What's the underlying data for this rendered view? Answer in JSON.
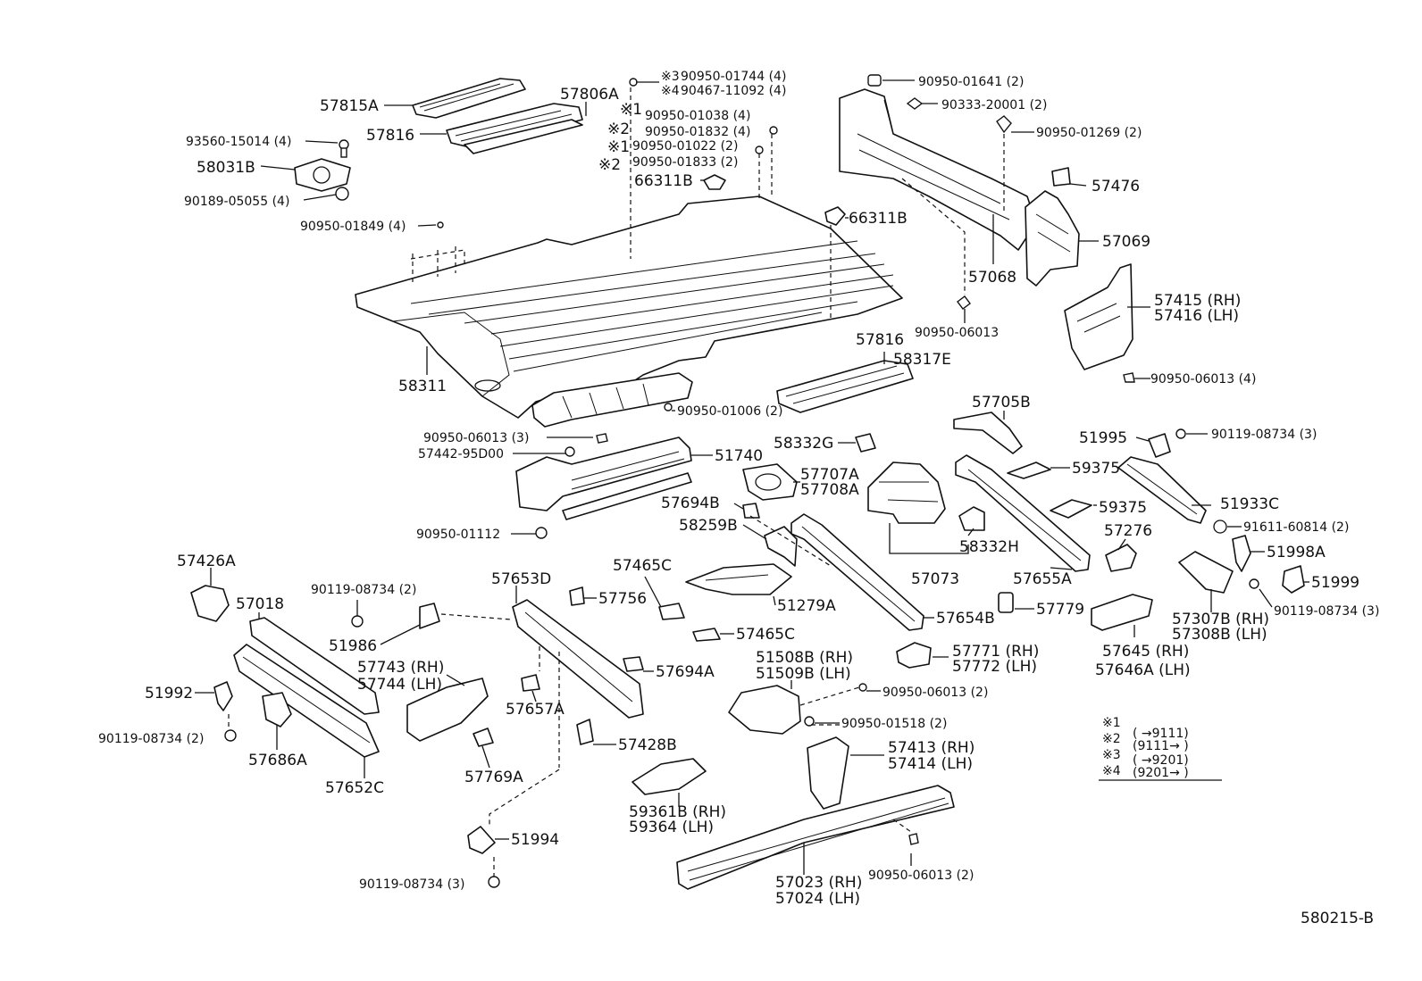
{
  "diagram": {
    "code": "580215-B",
    "parts": [
      {
        "id": "57815A",
        "label": "57815A"
      },
      {
        "id": "57806A",
        "label": "57806A"
      },
      {
        "id": "57816_top",
        "label": "57816"
      },
      {
        "id": "93560-15014",
        "label": "93560-15014 (4)"
      },
      {
        "id": "58031B",
        "label": "58031B"
      },
      {
        "id": "90189-05055",
        "label": "90189-05055 (4)"
      },
      {
        "id": "90950-01849",
        "label": "90950-01849 (4)"
      },
      {
        "id": "58311",
        "label": "58311"
      },
      {
        "id": "66311B_a",
        "label": "66311B"
      },
      {
        "id": "66311B_b",
        "label": "66311B"
      },
      {
        "id": "90950-01641",
        "label": "90950-01641 (2)"
      },
      {
        "id": "90333-20001",
        "label": "90333-20001 (2)"
      },
      {
        "id": "90950-01269",
        "label": "90950-01269 (2)"
      },
      {
        "id": "57476",
        "label": "57476"
      },
      {
        "id": "57069",
        "label": "57069"
      },
      {
        "id": "57068",
        "label": "57068"
      },
      {
        "id": "90950-06013_a",
        "label": "90950-06013"
      },
      {
        "id": "57415",
        "label": "57415 (RH)"
      },
      {
        "id": "57416",
        "label": "57416 (LH)"
      },
      {
        "id": "90950-06013_b",
        "label": "90950-06013 (4)"
      },
      {
        "id": "57816_mid",
        "label": "57816"
      },
      {
        "id": "58317E",
        "label": "58317E"
      },
      {
        "id": "90950-01006",
        "label": "90950-01006 (2)"
      },
      {
        "id": "90950-06013_c",
        "label": "90950-06013 (3)"
      },
      {
        "id": "57442-95D00",
        "label": "57442-95D00"
      },
      {
        "id": "51740",
        "label": "51740"
      },
      {
        "id": "90950-01112",
        "label": "90950-01112"
      },
      {
        "id": "58332G",
        "label": "58332G"
      },
      {
        "id": "57705B",
        "label": "57705B"
      },
      {
        "id": "51995",
        "label": "51995"
      },
      {
        "id": "90119-08734_a",
        "label": "90119-08734 (3)"
      },
      {
        "id": "57707A",
        "label": "57707A"
      },
      {
        "id": "57708A",
        "label": "57708A"
      },
      {
        "id": "59375_a",
        "label": "59375"
      },
      {
        "id": "59375_b",
        "label": "59375"
      },
      {
        "id": "51933C",
        "label": "51933C"
      },
      {
        "id": "57694B",
        "label": "57694B"
      },
      {
        "id": "58259B",
        "label": "58259B"
      },
      {
        "id": "91611-60814",
        "label": "91611-60814 (2)"
      },
      {
        "id": "57276",
        "label": "57276"
      },
      {
        "id": "51998A",
        "label": "51998A"
      },
      {
        "id": "58332H",
        "label": "58332H"
      },
      {
        "id": "57073",
        "label": "57073"
      },
      {
        "id": "57655A",
        "label": "57655A"
      },
      {
        "id": "51999",
        "label": "51999"
      },
      {
        "id": "90119-08734_b",
        "label": "90119-08734 (3)"
      },
      {
        "id": "57426A",
        "label": "57426A"
      },
      {
        "id": "57653D",
        "label": "57653D"
      },
      {
        "id": "57465C_a",
        "label": "57465C"
      },
      {
        "id": "57018",
        "label": "57018"
      },
      {
        "id": "90119-08734_c",
        "label": "90119-08734 (2)"
      },
      {
        "id": "57756",
        "label": "57756"
      },
      {
        "id": "51279A",
        "label": "51279A"
      },
      {
        "id": "57654B",
        "label": "57654B"
      },
      {
        "id": "57779",
        "label": "57779"
      },
      {
        "id": "57307B",
        "label": "57307B (RH)"
      },
      {
        "id": "57308B",
        "label": "57308B (LH)"
      },
      {
        "id": "51986",
        "label": "51986"
      },
      {
        "id": "57465C_b",
        "label": "57465C"
      },
      {
        "id": "57771",
        "label": "57771 (RH)"
      },
      {
        "id": "57772",
        "label": "57772 (LH)"
      },
      {
        "id": "57645",
        "label": "57645  (RH)"
      },
      {
        "id": "57646A",
        "label": "57646A (LH)"
      },
      {
        "id": "57743",
        "label": "57743 (RH)"
      },
      {
        "id": "57744",
        "label": "57744 (LH)"
      },
      {
        "id": "51508B",
        "label": "51508B (RH)"
      },
      {
        "id": "51509B",
        "label": "51509B (LH)"
      },
      {
        "id": "57694A",
        "label": "57694A"
      },
      {
        "id": "51992",
        "label": "51992"
      },
      {
        "id": "90950-06013_d",
        "label": "90950-06013 (2)"
      },
      {
        "id": "57657A",
        "label": "57657A"
      },
      {
        "id": "90950-01518",
        "label": "90950-01518 (2)"
      },
      {
        "id": "90119-08734_d",
        "label": "90119-08734 (2)"
      },
      {
        "id": "57686A",
        "label": "57686A"
      },
      {
        "id": "57652C",
        "label": "57652C"
      },
      {
        "id": "57428B",
        "label": "57428B"
      },
      {
        "id": "57413",
        "label": "57413 (RH)"
      },
      {
        "id": "57414",
        "label": "57414 (LH)"
      },
      {
        "id": "57769A",
        "label": "57769A"
      },
      {
        "id": "59361B",
        "label": "59361B (RH)"
      },
      {
        "id": "59364",
        "label": "59364  (LH)"
      },
      {
        "id": "51994",
        "label": "51994"
      },
      {
        "id": "90119-08734_e",
        "label": "90119-08734 (3)"
      },
      {
        "id": "57023",
        "label": "57023 (RH)"
      },
      {
        "id": "57024",
        "label": "57024 (LH)"
      },
      {
        "id": "90950-06013_e",
        "label": "90950-06013 (2)"
      }
    ],
    "note_parts": [
      {
        "mark": "※3",
        "label": "90950-01744 (4)"
      },
      {
        "mark": "※4",
        "label": "90467-11092 (4)"
      },
      {
        "mark": "※1",
        "label": "90950-01038 (4)"
      },
      {
        "mark": "※2",
        "label": "90950-01832 (4)"
      },
      {
        "mark": "※1",
        "label": "90950-01022 (2)"
      },
      {
        "mark": "※2",
        "label": "90950-01833 (2)"
      }
    ],
    "legend": [
      {
        "mark": "※1",
        "range": "(        →9111)"
      },
      {
        "mark": "※2",
        "range": "(9111→       )"
      },
      {
        "mark": "※3",
        "range": "(        →9201)"
      },
      {
        "mark": "※4",
        "range": "(9201→       )"
      }
    ]
  }
}
